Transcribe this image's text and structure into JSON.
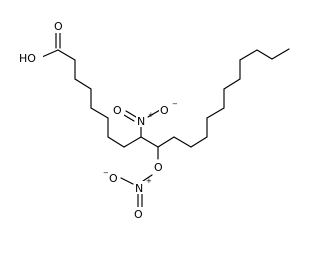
{
  "structure": {
    "atoms": {
      "hydroxyl": "HO",
      "carbonyl_oxygen": "O",
      "nitro_nitrogen": "N",
      "nitro_oxygen_double": "O",
      "nitro_oxygen_single": "O",
      "ester_oxygen": "O",
      "nitrate_nitrogen": "N",
      "nitrate_oxygen_double": "O",
      "nitrate_oxygen_single": "O"
    },
    "charges": {
      "nitro_nitrogen_positive": "+",
      "nitro_oxygen_negative": "−",
      "nitrate_nitrogen_positive": "+",
      "nitrate_oxygen_negative": "−"
    }
  }
}
